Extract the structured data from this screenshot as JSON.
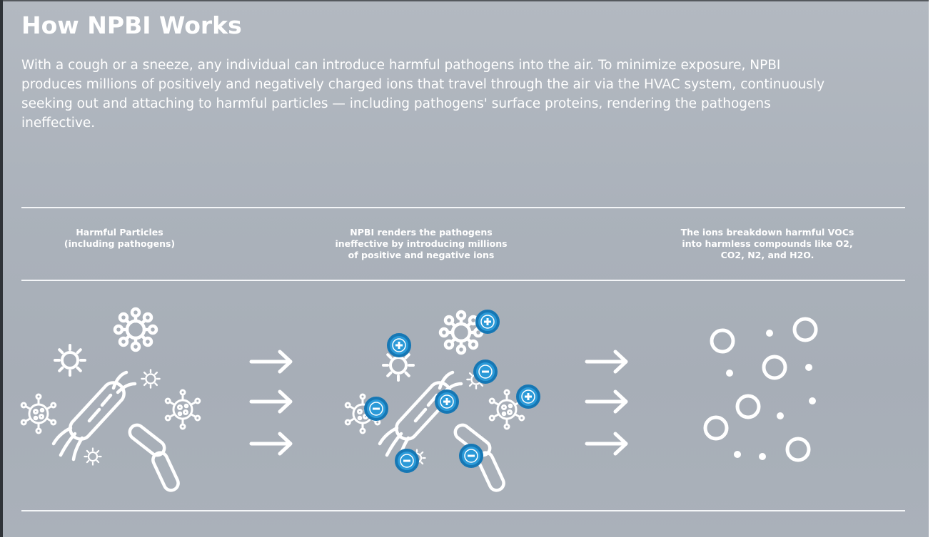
{
  "title": "How NPBI Works",
  "intro": "With a cough or a sneeze, any individual can introduce harmful pathogens into the air. To minimize exposure, NPBI produces millions of positively and negatively charged ions that travel through the air via the HVAC system, continuously seeking out and attaching to harmful particles — including pathogens' surface proteins, rendering the pathogens ineffective.",
  "steps": [
    {
      "caption": "Harmful Particles\n(including pathogens)"
    },
    {
      "caption": "NPBI renders the pathogens\nineffective by introducing millions\nof positive and negative ions"
    },
    {
      "caption": "The ions breakdown harmful VOCs\ninto harmless compounds like O2,\nCO2, N2, and H2O."
    }
  ],
  "ion_signs": {
    "positive": "+",
    "negative": "−"
  },
  "colors": {
    "ion_ring": "#1a8fd0",
    "ion_fill": "#3aa7e0",
    "line_art": "#ffffff",
    "background": "#aeb4bd"
  }
}
